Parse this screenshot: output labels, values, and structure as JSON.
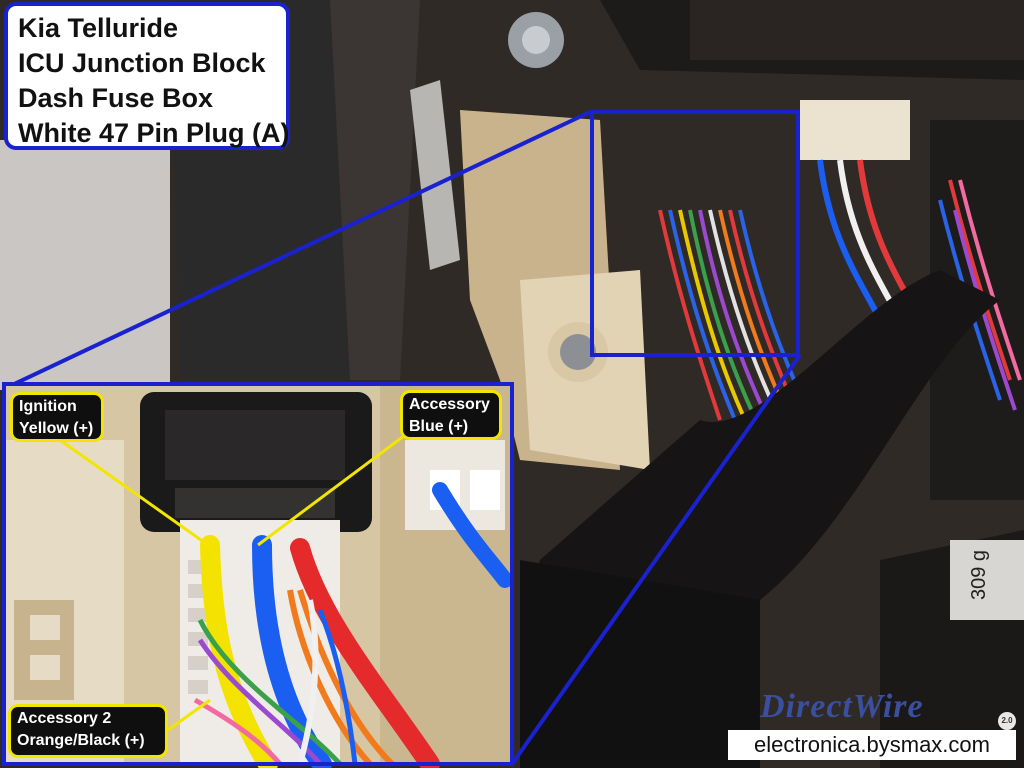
{
  "title_lines": [
    "Kia Telluride",
    "ICU Junction Block",
    "Dash Fuse Box",
    "White 47 Pin Plug (A)"
  ],
  "callouts": {
    "ignition": [
      "Ignition",
      "Yellow (+)"
    ],
    "accessory": [
      "Accessory",
      "Blue (+)"
    ],
    "accessory2": [
      "Accessory 2",
      "Orange/Black (+)"
    ]
  },
  "brand": {
    "logo_name": "DirectWire",
    "logo_version": "2.0",
    "website": "electronica.bysmax.com"
  },
  "label_sticker": "309 g",
  "colors": {
    "frame_blue": "#1a22d0",
    "callout_yellow": "#f2e600",
    "wire_yellow": "#f4e200",
    "wire_blue": "#1b5ff2",
    "wire_red": "#e42a2a",
    "wire_orange": "#f07a1c"
  }
}
